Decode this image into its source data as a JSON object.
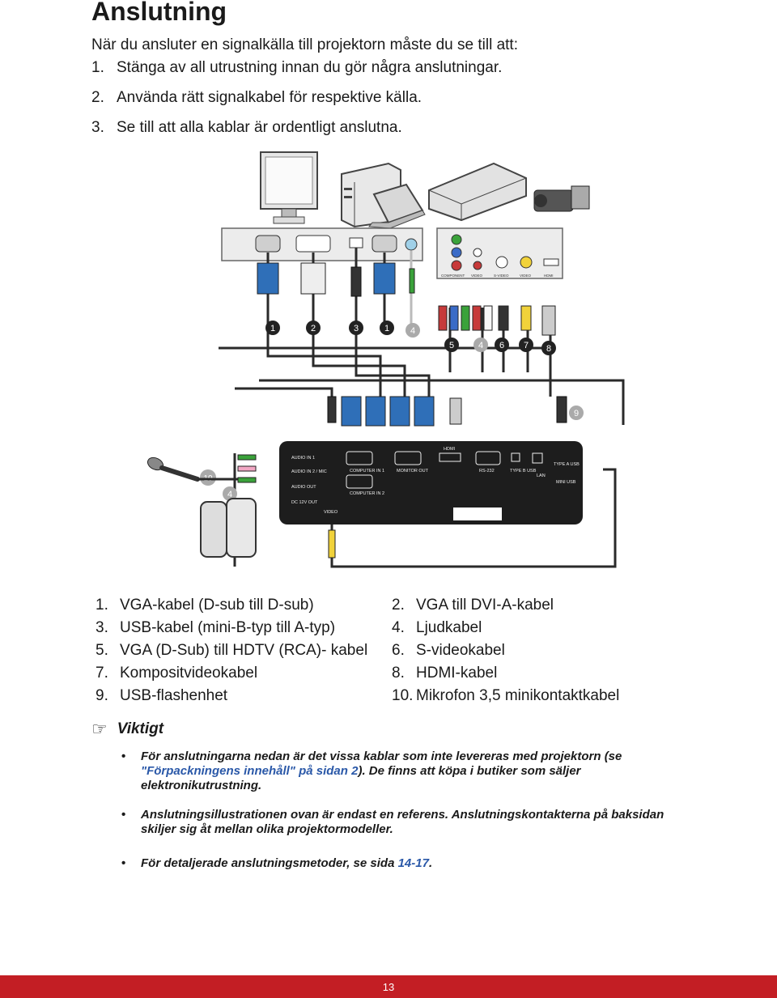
{
  "page": {
    "title": "Anslutning",
    "intro": "När du ansluter en signalkälla till projektorn måste du se till att:",
    "steps": [
      {
        "num": "1.",
        "text": "Stänga av all utrustning innan du gör några anslutningar."
      },
      {
        "num": "2.",
        "text": "Använda rätt signalkabel för respektive källa."
      },
      {
        "num": "3.",
        "text": "Se till att alla kablar är ordentligt anslutna."
      }
    ]
  },
  "diagram": {
    "callouts": [
      "1",
      "2",
      "3",
      "1",
      "4",
      "5",
      "4",
      "6",
      "7",
      "8",
      "9",
      "10",
      "4"
    ],
    "device_ports": [
      "COMPONENT",
      "VIDEO",
      "S-VIDEO",
      "VIDEO",
      "HDMI"
    ],
    "projector_ports": {
      "audio_in_1": "AUDIO IN 1",
      "audio_in_2": "AUDIO IN 2 / MIC",
      "audio_out": "AUDIO OUT",
      "dc_out": "DC 12V OUT",
      "video": "VIDEO",
      "computer_in_1": "COMPUTER IN 1",
      "computer_in_2": "COMPUTER IN 2",
      "monitor_out": "MONITOR OUT",
      "hdmi": "HDMI",
      "rs232": "RS-232",
      "type_b": "TYPE B USB",
      "lan": "LAN",
      "type_a": "TYPE A USB",
      "mini_usb": "MINI USB"
    }
  },
  "legend": [
    {
      "left_num": "1.",
      "left": "VGA-kabel (D-sub till D-sub)",
      "right_num": "2.",
      "right": "VGA till DVI-A-kabel"
    },
    {
      "left_num": "3.",
      "left": "USB-kabel (mini-B-typ till A-typ)",
      "right_num": "4.",
      "right": "Ljudkabel"
    },
    {
      "left_num": "5.",
      "left": "VGA (D-Sub) till HDTV (RCA)- kabel",
      "right_num": "6.",
      "right": "S-videokabel"
    },
    {
      "left_num": "7.",
      "left": "Kompositvideokabel",
      "right_num": "8.",
      "right": "HDMI-kabel"
    },
    {
      "left_num": "9.",
      "left": "USB-flashenhet",
      "right_num": "10.",
      "right": "Mikrofon 3,5 minikontaktkabel"
    }
  ],
  "important": {
    "label": "Viktigt",
    "hand_icon": "pointing-hand-icon",
    "bullets": [
      {
        "part1": "För anslutningarna nedan är det vissa kablar som inte levereras med projektorn (se",
        "link": "\"Förpackningens innehåll\" på sidan 2",
        "part2": "). De finns att köpa i butiker som säljer elektronikutrustning."
      },
      {
        "text": "Anslutningsillustrationen ovan är endast en referens. Anslutningskontakterna på baksidan skiljer sig åt mellan olika projektormodeller."
      },
      {
        "part1": "För detaljerade anslutningsmetoder, se sida ",
        "link": "14-17",
        "part2": "."
      }
    ]
  },
  "footer": {
    "page_number": "13",
    "color": "#c31e24"
  }
}
